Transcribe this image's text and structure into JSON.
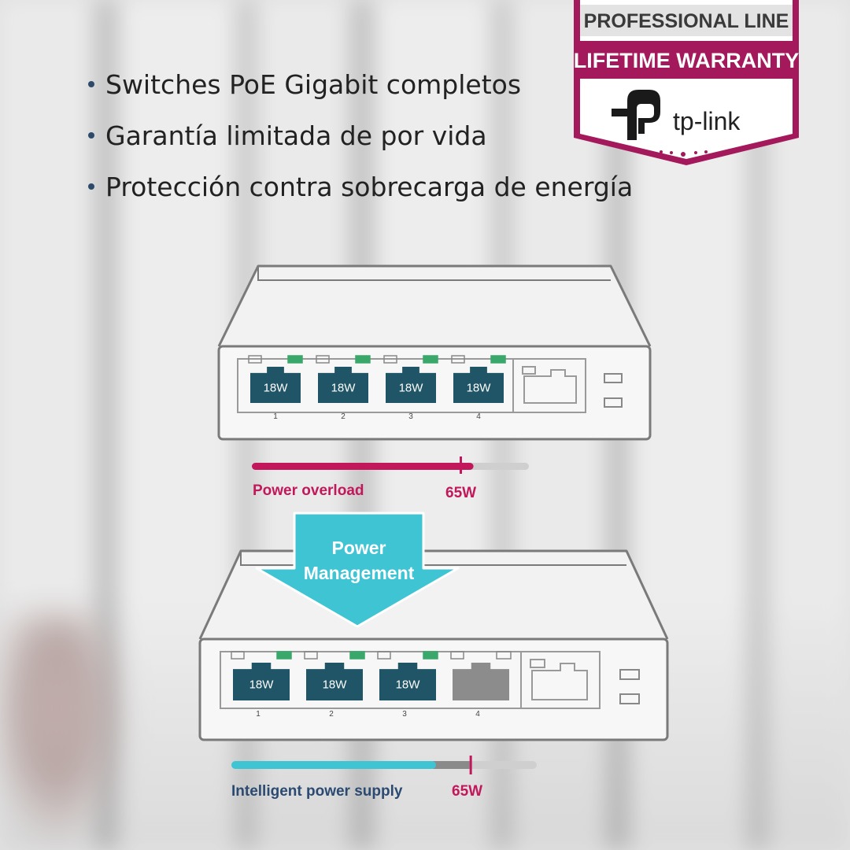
{
  "bullets": [
    "Switches PoE Gigabit completos",
    "Garantía limitada de por vida",
    "Protección contra sobrecarga de energía"
  ],
  "badge": {
    "line1": "PROFESSIONAL LINE",
    "line2": "LIFETIME WARRANTY",
    "brand": "tp-link",
    "accent": "#a3195b"
  },
  "top_switch": {
    "ports": [
      {
        "number": "1",
        "label": "18W"
      },
      {
        "number": "2",
        "label": "18W"
      },
      {
        "number": "3",
        "label": "18W"
      },
      {
        "number": "4",
        "label": "18W"
      }
    ],
    "status_label": "Power overload",
    "limit_label": "65W",
    "usage_fraction": 0.8,
    "limit_fraction": 0.75,
    "color": "#c2185b"
  },
  "arrow": {
    "line1": "Power",
    "line2": "Management",
    "color": "#3fc4d4"
  },
  "bottom_switch": {
    "ports": [
      {
        "number": "1",
        "label": "18W"
      },
      {
        "number": "2",
        "label": "18W"
      },
      {
        "number": "3",
        "label": "18W"
      },
      {
        "number": "4",
        "label": ""
      }
    ],
    "status_label": "Intelligent power supply",
    "limit_label": "65W",
    "usage_fraction": 0.67,
    "limit_fraction": 0.78,
    "color": "#3fc4d4"
  },
  "colors": {
    "port": "#1f5566",
    "port_disabled": "#8c8c8c",
    "led": "#3aa86a",
    "outline": "#777777"
  }
}
